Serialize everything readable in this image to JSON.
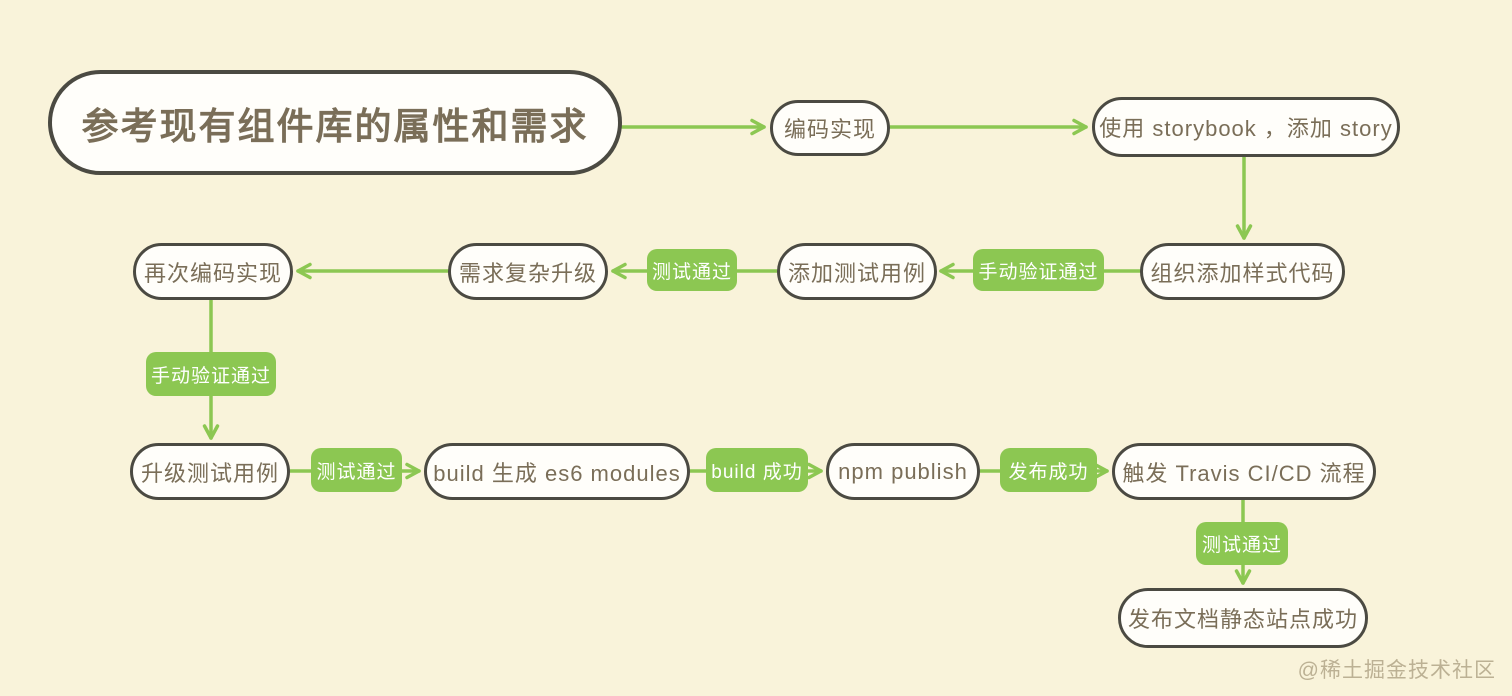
{
  "colors": {
    "background": "#f9f3da",
    "green": "#8cc752",
    "node_fill": "#fffefa",
    "node_border": "#4b4a42",
    "node_text": "#7a6e58",
    "label_text": "#ffffff",
    "watermark_text": "#bcb194"
  },
  "nodes": [
    {
      "id": "root",
      "label": "参考现有组件库的属性和需求"
    },
    {
      "id": "coding",
      "label": "编码实现"
    },
    {
      "id": "storybook",
      "label": "使用 storybook ，添加 story"
    },
    {
      "id": "style-code",
      "label": "组织添加样式代码"
    },
    {
      "id": "add-tests",
      "label": "添加测试用例"
    },
    {
      "id": "complex-upgrade",
      "label": "需求复杂升级"
    },
    {
      "id": "recode",
      "label": "再次编码实现"
    },
    {
      "id": "upgrade-tests",
      "label": "升级测试用例"
    },
    {
      "id": "build-es6",
      "label": "build 生成 es6 modules"
    },
    {
      "id": "npm-publish",
      "label": "npm  publish"
    },
    {
      "id": "travis",
      "label": "触发 Travis CI/CD 流程"
    },
    {
      "id": "docs-site",
      "label": "发布文档静态站点成功"
    }
  ],
  "edges": [
    {
      "from": "root",
      "to": "coding",
      "label": ""
    },
    {
      "from": "coding",
      "to": "storybook",
      "label": ""
    },
    {
      "from": "storybook",
      "to": "style-code",
      "label": ""
    },
    {
      "from": "style-code",
      "to": "add-tests",
      "label": "手动验证通过"
    },
    {
      "from": "add-tests",
      "to": "complex-upgrade",
      "label": "测试通过"
    },
    {
      "from": "complex-upgrade",
      "to": "recode",
      "label": ""
    },
    {
      "from": "recode",
      "to": "upgrade-tests",
      "label": "手动验证通过"
    },
    {
      "from": "upgrade-tests",
      "to": "build-es6",
      "label": "测试通过"
    },
    {
      "from": "build-es6",
      "to": "npm-publish",
      "label": "build 成功"
    },
    {
      "from": "npm-publish",
      "to": "travis",
      "label": "发布成功"
    },
    {
      "from": "travis",
      "to": "docs-site",
      "label": "测试通过"
    }
  ],
  "watermark": "@稀土掘金技术社区"
}
